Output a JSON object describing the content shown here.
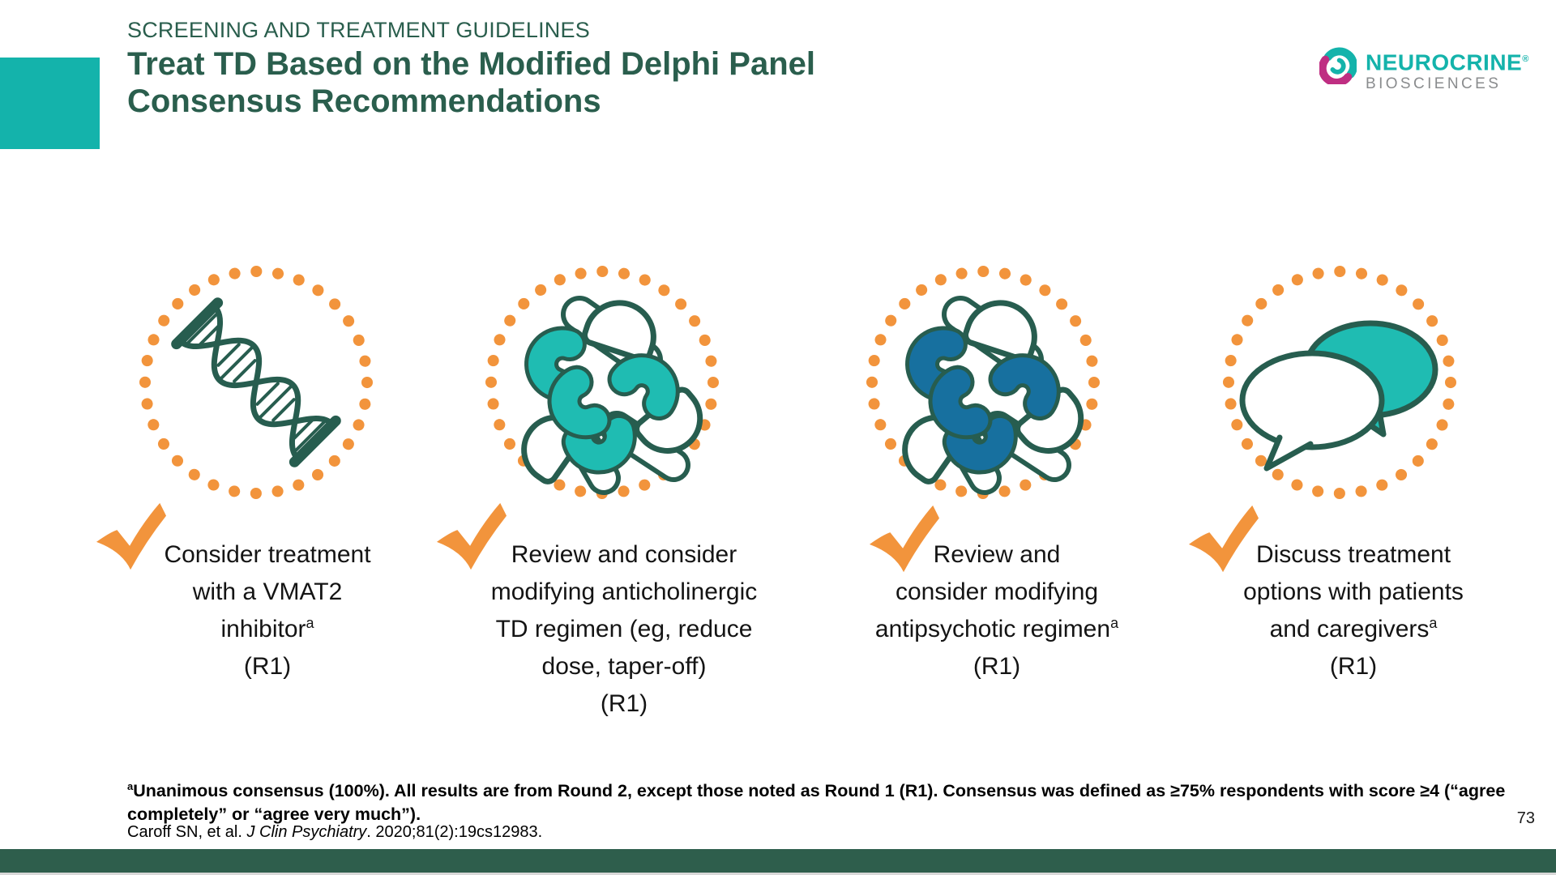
{
  "slide": {
    "eyebrow": "SCREENING AND TREATMENT GUIDELINES",
    "title_line1": "Treat TD Based on the Modified Delphi Panel",
    "title_line2": "Consensus Recommendations",
    "page_number": "73"
  },
  "logo": {
    "brand": "NEUROCRINE",
    "registered": "®",
    "sub_brand": "BIOSCIENCES"
  },
  "columns": [
    {
      "icon": "dna-icon",
      "lines": [
        {
          "text": "Consider treatment"
        },
        {
          "text": "with a VMAT2"
        },
        {
          "text": "inhibitor",
          "sup": "a"
        },
        {
          "text": "(R1)"
        }
      ]
    },
    {
      "icon": "anticholinergic-pills-icon",
      "lines": [
        {
          "text": "Review and consider"
        },
        {
          "text": "modifying anticholinergic"
        },
        {
          "text": "TD regimen (eg, reduce"
        },
        {
          "text": "dose, taper-off)"
        },
        {
          "text": "(R1)"
        }
      ]
    },
    {
      "icon": "antipsychotic-pills-icon",
      "lines": [
        {
          "text": "Review and"
        },
        {
          "text": "consider modifying"
        },
        {
          "text": "antipsychotic regimen",
          "sup": "a"
        },
        {
          "text": "(R1)"
        }
      ]
    },
    {
      "icon": "speech-bubbles-icon",
      "lines": [
        {
          "text": "Discuss treatment"
        },
        {
          "text": "options with patients"
        },
        {
          "text": "and caregivers",
          "sup": "a"
        },
        {
          "text": "(R1)"
        }
      ]
    }
  ],
  "footnote": {
    "sup": "a",
    "line1": "Unanimous consensus (100%). All results are from Round 2, except those noted as Round 1 (R1). Consensus was defined as ≥75% respondents with score ≥4 (“agree",
    "line2": "completely” or “agree very much”)."
  },
  "reference": {
    "pre": "Caroff SN, et al. ",
    "italic": "J Clin Psychiatry",
    "post": ". 2020;81(2):19cs12983."
  },
  "colors": {
    "accent_teal": "#14b3ab",
    "dark_green": "#2a5e4d",
    "orange": "#f2943c",
    "pill_teal": "#1fbcb2",
    "pill_blue": "#17709f",
    "icon_outline": "#275d4f",
    "footer_green": "#2e5e4c",
    "logo_magenta": "#bf2e82",
    "logo_gray": "#8a8c8e"
  }
}
